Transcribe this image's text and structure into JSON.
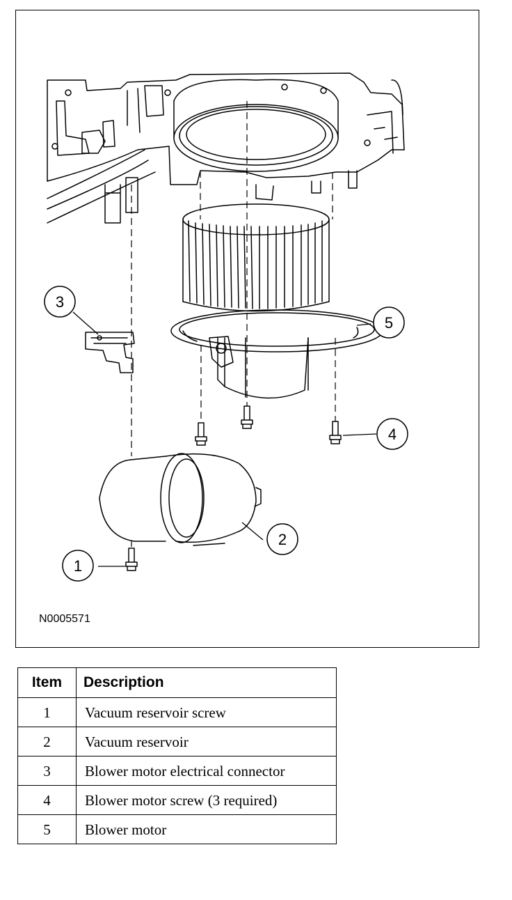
{
  "diagram": {
    "figure_id": "N0005571",
    "callouts": [
      "1",
      "2",
      "3",
      "4",
      "5"
    ]
  },
  "legend": {
    "headers": {
      "item": "Item",
      "description": "Description"
    },
    "rows": [
      {
        "item": "1",
        "description": "Vacuum reservoir screw"
      },
      {
        "item": "2",
        "description": "Vacuum reservoir"
      },
      {
        "item": "3",
        "description": "Blower motor electrical connector"
      },
      {
        "item": "4",
        "description": "Blower motor screw (3 required)"
      },
      {
        "item": "5",
        "description": "Blower motor"
      }
    ]
  }
}
